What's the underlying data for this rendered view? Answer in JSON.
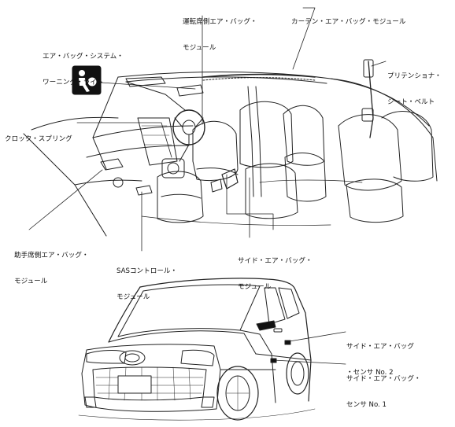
{
  "labels": {
    "driver_airbag": {
      "line1": "運転席側エア・バッグ・",
      "line2": "モジュール"
    },
    "curtain_airbag": {
      "line1": "カーテン・エア・バッグ・モジュール"
    },
    "warning_light": {
      "line1": "エア・バッグ・システム・",
      "line2": "ワーニング・ライト"
    },
    "pretensioner": {
      "line1": "プリテンショナ・",
      "line2": "シート・ベルト"
    },
    "clock_spring": {
      "line1": "クロック・スプリング"
    },
    "passenger_airbag": {
      "line1": "助手席側エア・バッグ・",
      "line2": "モジュール"
    },
    "sas_control": {
      "line1": "SASコントロール・",
      "line2": "モジュール"
    },
    "side_airbag": {
      "line1": "サイド・エア・バッグ・",
      "line2": "モジュール"
    },
    "side_sensor_2": {
      "line1": "サイド・エア・バッグ",
      "line2": "・センサ No. 2"
    },
    "side_sensor_1": {
      "line1": "サイド・エア・バッグ・",
      "line2": "センサ No. 1"
    }
  },
  "icons": {
    "warning_light": "airbag-warning-icon"
  }
}
